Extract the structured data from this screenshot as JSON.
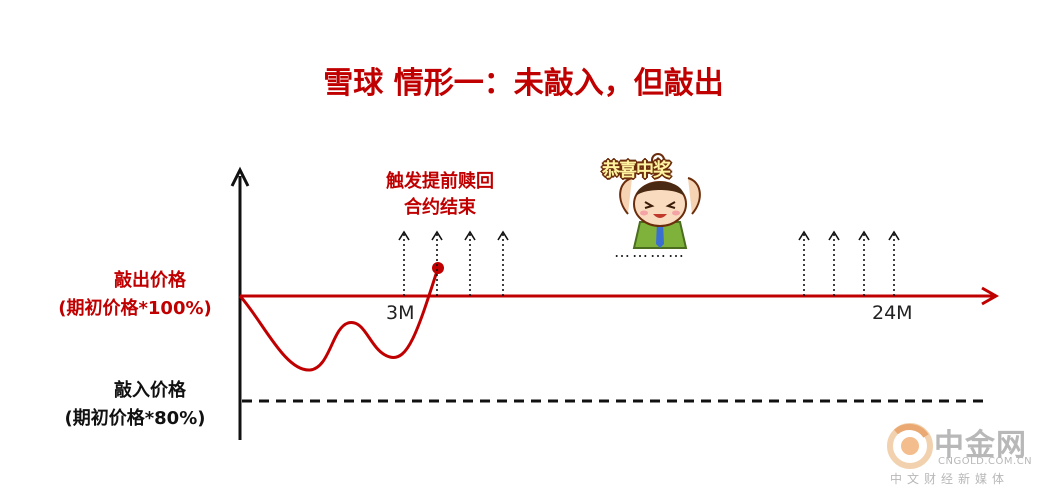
{
  "title": "雪球 情形一：未敲入，但敲出",
  "knock_out": {
    "label": "敲出价格",
    "detail": "(期初价格*100%)"
  },
  "knock_in": {
    "label": "敲入价格",
    "detail": "(期初价格*80%)"
  },
  "trigger": {
    "line1": "触发提前赎回",
    "line2": "合约结束"
  },
  "axis": {
    "tick_3m": "3M",
    "tick_24m": "24M"
  },
  "ellipsis": "…………",
  "congrats": "恭喜中奖",
  "watermark": {
    "name": "中金网",
    "url": "CNGOLD.COM.CN",
    "tagline": "中文财经新媒体"
  },
  "colors": {
    "accent": "#c00000",
    "axis": "#111111",
    "watermark": "#b8b8b8"
  },
  "icons": [
    "congrats-cartoon-icon",
    "cngold-logo-icon"
  ]
}
